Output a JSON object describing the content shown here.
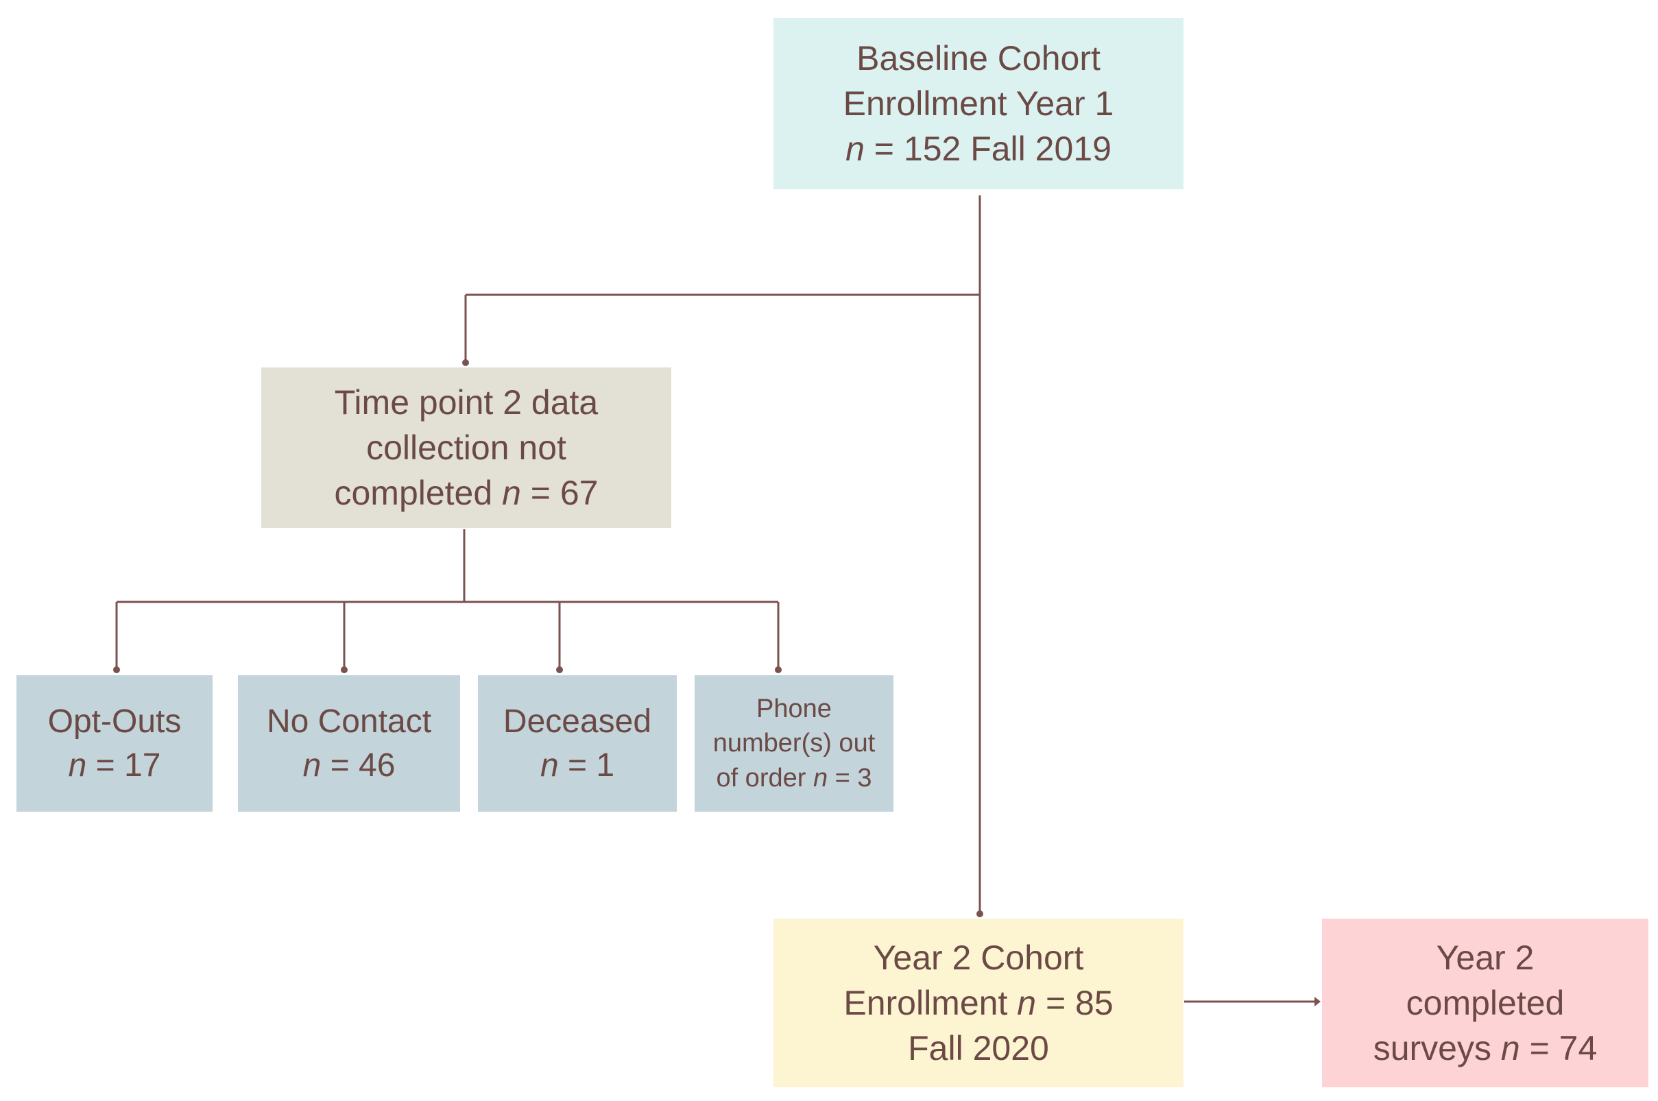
{
  "diagram": {
    "line_color": "#7a5250",
    "text_color": "#6b4a46",
    "nodes": {
      "baseline": {
        "line1": "Baseline Cohort",
        "line2": "Enrollment Year 1",
        "n_symbol": "n",
        "line3_rest": " = 152 Fall 2019",
        "color": "#dbf2f0"
      },
      "tp2_not_completed": {
        "line1": "Time point 2 data",
        "line2": "collection not",
        "line3_pre": "completed ",
        "n_symbol": "n",
        "line3_rest": " = 67",
        "color": "#e3e0d6"
      },
      "opt_outs": {
        "line1": "Opt-Outs",
        "n_symbol": "n",
        "line2_rest": " = 17",
        "color": "#c3d4da"
      },
      "no_contact": {
        "line1": "No Contact",
        "n_symbol": "n",
        "line2_rest": " = 46",
        "color": "#c3d4da"
      },
      "deceased": {
        "line1": "Deceased",
        "n_symbol": "n",
        "line2_rest": " = 1",
        "color": "#c3d4da"
      },
      "phone_out_of_order": {
        "line1": "Phone",
        "line2": "number(s) out",
        "line3_pre": "of order ",
        "n_symbol": "n",
        "line3_rest": " = 3",
        "color": "#c3d4da"
      },
      "year2_enrollment": {
        "line1": "Year 2 Cohort",
        "line2_pre": "Enrollment ",
        "n_symbol": "n",
        "line2_rest": " = 85",
        "line3": "Fall 2020",
        "color": "#fdf4d2"
      },
      "year2_completed": {
        "line1": "Year 2",
        "line2": "completed",
        "line3_pre": "surveys ",
        "n_symbol": "n",
        "line3_rest": " = 74",
        "color": "#fdd3d5"
      }
    }
  }
}
